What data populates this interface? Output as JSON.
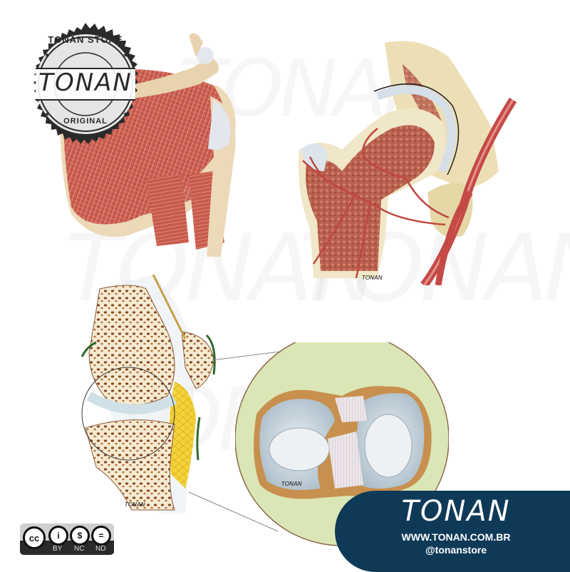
{
  "stamp": {
    "top_text": "TONAN STORE",
    "center_text": "TONAN",
    "bottom_text": "ORIGINAL"
  },
  "illustrations": [
    {
      "id": "shoulder",
      "label": "shoulder-muscles-illustration"
    },
    {
      "id": "hip",
      "label": "hip-joint-blood-supply-illustration",
      "signature": "TONAN"
    },
    {
      "id": "knee",
      "label": "knee-joint-sagittal-section",
      "signature": "TONAN"
    },
    {
      "id": "meniscus",
      "label": "knee-menisci-top-view",
      "signature": "TONAN"
    }
  ],
  "watermark": {
    "text": "TONAN"
  },
  "license": {
    "badges": [
      "BY",
      "NC",
      "ND"
    ],
    "icons": [
      "cc",
      "attribution",
      "non-commercial",
      "no-derivatives"
    ]
  },
  "banner": {
    "brand": "TONAN",
    "url": "WWW.TONAN.COM.BR",
    "handle": "@tonanstore",
    "background": "#0f3a57"
  }
}
